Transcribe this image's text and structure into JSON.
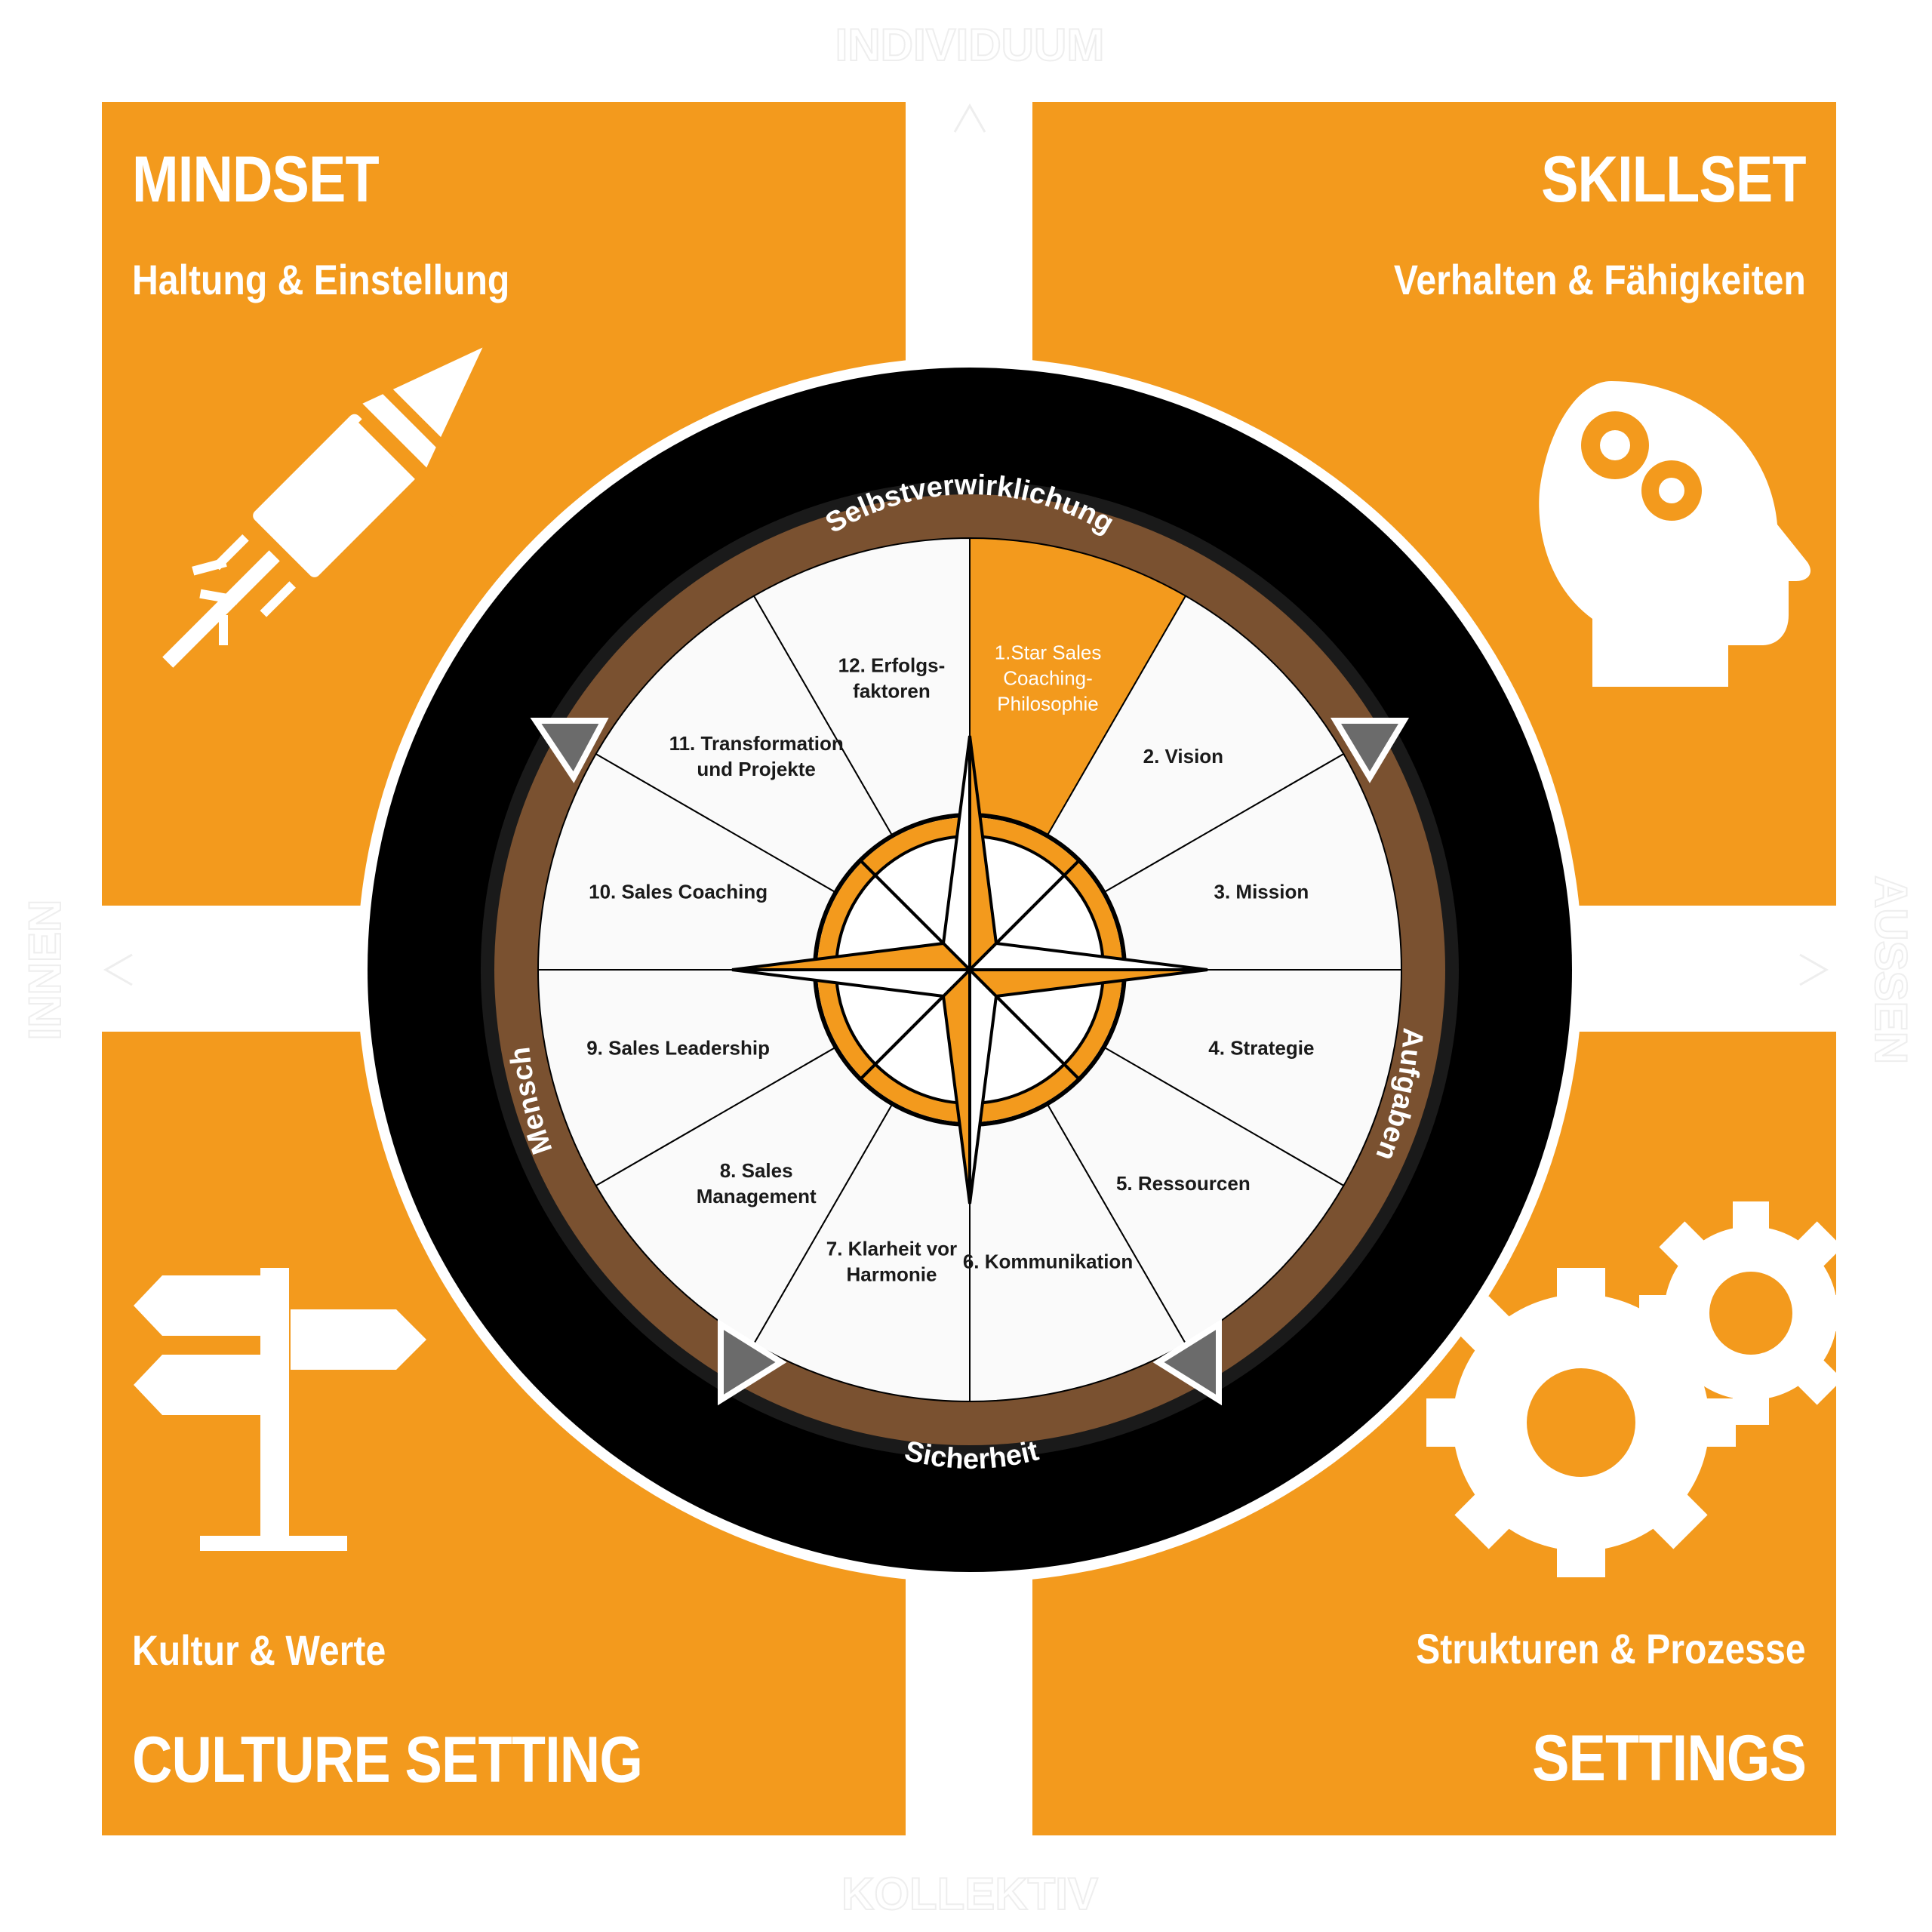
{
  "quadrants": {
    "top_left": {
      "title": "MINDSET",
      "subtitle": "Haltung & Einstellung",
      "icon": "rocket-icon"
    },
    "top_right": {
      "title": "SKILLSET",
      "subtitle": "Verhalten & Fähigkeiten",
      "icon": "head-gears-icon"
    },
    "bottom_left": {
      "title": "CULTURE SETTING",
      "subtitle": "Kultur & Werte",
      "icon": "signpost-icon"
    },
    "bottom_right": {
      "title": "SETTINGS",
      "subtitle": "Strukturen & Prozesse",
      "icon": "gears-icon"
    }
  },
  "ring_labels": {
    "top": "Selbstverwirklichung",
    "right": "Aufgaben",
    "bottom": "Sicherheit",
    "left": "Mensch"
  },
  "segments": [
    {
      "number": "1.",
      "lines": [
        "Star Sales",
        "Coaching-",
        "Philosophie"
      ],
      "highlight": true
    },
    {
      "number": "2.",
      "lines": [
        "Vision"
      ],
      "highlight": false
    },
    {
      "number": "3.",
      "lines": [
        "Mission"
      ],
      "highlight": false
    },
    {
      "number": "4.",
      "lines": [
        "Strategie"
      ],
      "highlight": false
    },
    {
      "number": "5.",
      "lines": [
        "Ressourcen"
      ],
      "highlight": false
    },
    {
      "number": "6.",
      "lines": [
        "Kommunikation"
      ],
      "highlight": false
    },
    {
      "number": "7.",
      "lines": [
        "Klarheit vor",
        "Harmonie"
      ],
      "highlight": false
    },
    {
      "number": "8.",
      "lines": [
        "Sales",
        "Management"
      ],
      "highlight": false
    },
    {
      "number": "9.",
      "lines": [
        "Sales Leadership"
      ],
      "highlight": false
    },
    {
      "number": "10.",
      "lines": [
        "Sales Coaching"
      ],
      "highlight": false
    },
    {
      "number": "11.",
      "lines": [
        "Transformation",
        "und Projekte"
      ],
      "highlight": false
    },
    {
      "number": "12.",
      "lines": [
        "Erfolgs-",
        "faktoren"
      ],
      "highlight": false
    }
  ],
  "axis_labels": {
    "top": "INDIVIDUUM",
    "bottom": "KOLLEKTIV",
    "left": "INNEN",
    "right": "AUSSEN"
  },
  "colors": {
    "orange": "#f39a1d",
    "brown": "#7a5130",
    "black": "#000000",
    "wedge_fill": "#fafafa",
    "marker_gray": "#6b6b6b"
  }
}
